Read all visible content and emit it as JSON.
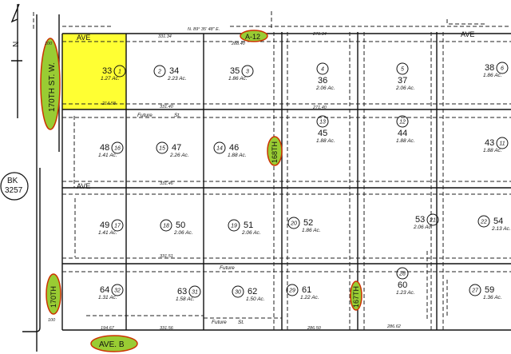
{
  "colors": {
    "highlight_parcel": "#ffff33",
    "street_label_fill": "#99cc33",
    "street_label_border": "#cc3300",
    "ink": "#111111"
  },
  "north_arrow": {
    "label": "N",
    "icon": "north-arrow-icon"
  },
  "book_ref": {
    "line1": "BK",
    "line2": "3257"
  },
  "street_labels": [
    {
      "text": "170TH ST. W."
    },
    {
      "text": "A-12"
    },
    {
      "text": "168TH"
    },
    {
      "text": "170TH"
    },
    {
      "text": "167TH"
    },
    {
      "text": "AVE. B"
    }
  ],
  "plain_labels": {
    "ave_top": "AVE",
    "ave_top_right": "AVE",
    "ave_mid": "AVE",
    "future_st_1": "Future",
    "future_st_1b": "St.",
    "future_st_2": "Future",
    "future_st_3": "Future",
    "future_st_3b": "St.",
    "bearing": "N. 89° 35' 48\" E.",
    "left_100_top": "100",
    "left_100_bottom": "100"
  },
  "parcels": [
    {
      "number": "33",
      "circle": "1",
      "acres": "1.27 Ac.",
      "highlighted": true
    },
    {
      "number": "34",
      "circle": "2",
      "acres": "2.23 Ac."
    },
    {
      "number": "35",
      "circle": "3",
      "acres": "1.86 Ac."
    },
    {
      "number": "36",
      "circle": "4",
      "acres": "2.06 Ac."
    },
    {
      "number": "37",
      "circle": "5",
      "acres": "2.06 Ac."
    },
    {
      "number": "38",
      "circle": "6",
      "acres": "1.86 Ac."
    },
    {
      "number": "48",
      "circle": "16",
      "acres": "1.41 Ac."
    },
    {
      "number": "47",
      "circle": "15",
      "acres": "2.26 Ac."
    },
    {
      "number": "46",
      "circle": "14",
      "acres": "1.88 Ac."
    },
    {
      "number": "45",
      "circle": "13",
      "acres": "1.88 Ac."
    },
    {
      "number": "44",
      "circle": "12",
      "acres": "1.88 Ac."
    },
    {
      "number": "43",
      "circle": "11",
      "acres": "1.88 Ac."
    },
    {
      "number": "49",
      "circle": "17",
      "acres": "1.41 Ac."
    },
    {
      "number": "50",
      "circle": "18",
      "acres": "2.06 Ac."
    },
    {
      "number": "51",
      "circle": "19",
      "acres": "2.06 Ac."
    },
    {
      "number": "52",
      "circle": "20",
      "acres": "1.86 Ac."
    },
    {
      "number": "53",
      "circle": "21",
      "acres": "2.06 Ac."
    },
    {
      "number": "54",
      "circle": "22",
      "acres": "2.13 Ac."
    },
    {
      "number": "64",
      "circle": "32",
      "acres": "1.31 Ac."
    },
    {
      "number": "63",
      "circle": "31",
      "acres": "1.58 Ac."
    },
    {
      "number": "62",
      "circle": "30",
      "acres": "1.50 Ac."
    },
    {
      "number": "61",
      "circle": "29",
      "acres": "1.22 Ac."
    },
    {
      "number": "60",
      "circle": "28",
      "acres": "1.23 Ac."
    },
    {
      "number": "59",
      "circle": "27",
      "acres": "1.36 Ac."
    }
  ],
  "dimensions": {
    "d1": "331.34",
    "d2": "271.34",
    "d3": "271.40",
    "d4": "331.46",
    "d5": "331.51",
    "d6": "331.56",
    "d7": "286.50",
    "d8": "286.62",
    "d9": "194.67",
    "d10": "331.40",
    "d11": "288.40",
    "d12": "214.58"
  }
}
